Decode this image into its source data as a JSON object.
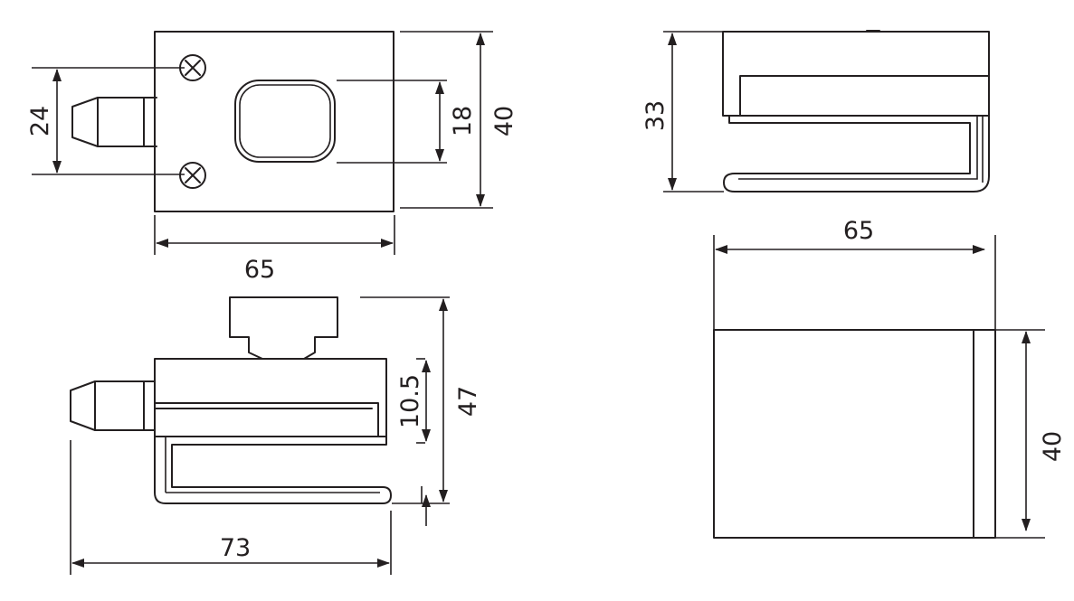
{
  "dimensions": {
    "top_front_height_24": "24",
    "top_front_inner_18": "18",
    "top_front_height_40": "40",
    "top_front_width_65": "65",
    "side_height_33": "33",
    "bottom_front_10_5": "10.5",
    "bottom_front_height_47": "47",
    "bottom_front_width_73": "73",
    "top_view_width_65": "65",
    "top_view_height_40": "40"
  },
  "colors": {
    "ink": "#231f20",
    "paper": "#ffffff"
  },
  "icons": {
    "screw": "phillips-screw-icon"
  }
}
